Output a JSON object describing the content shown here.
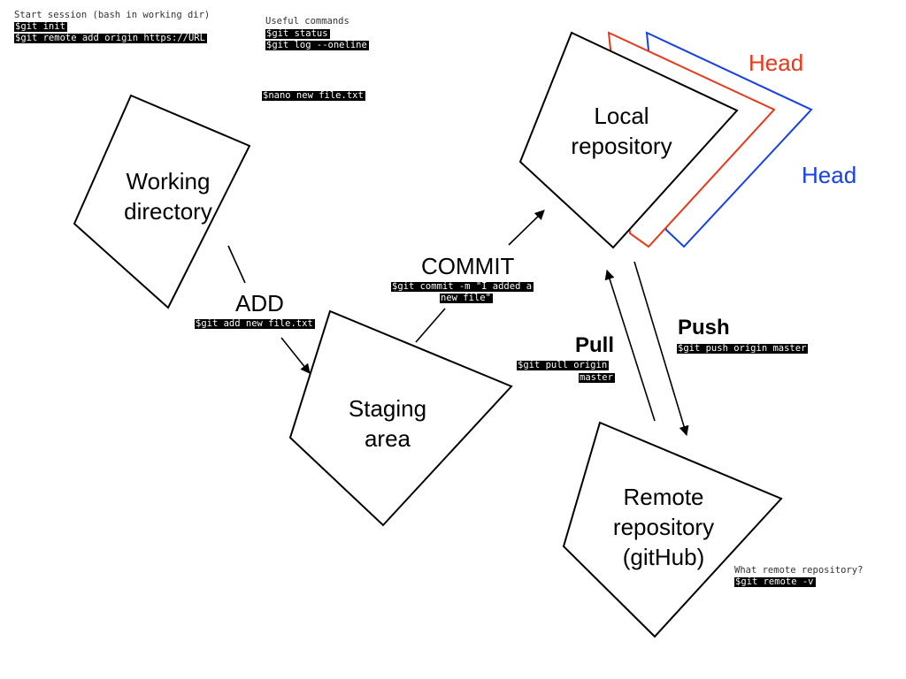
{
  "setup": {
    "note": "Start session (bash in working dir)",
    "cmd_init": "$git init",
    "cmd_remote": "$git remote add origin https://URL"
  },
  "useful": {
    "note": "Useful commands",
    "cmd_status": "$git status",
    "cmd_log": "$git log --oneline"
  },
  "nano": {
    "cmd": "$nano new file.txt"
  },
  "working": {
    "line1": "Working",
    "line2": "directory"
  },
  "local": {
    "line1": "Local",
    "line2": "repository"
  },
  "staging": {
    "line1": "Staging",
    "line2": "area"
  },
  "remote": {
    "line1": "Remote",
    "line2": "repository",
    "line3": "(gitHub)"
  },
  "heads": {
    "red": {
      "label": "Head",
      "color": "#e8391c"
    },
    "blue": {
      "label": "Head",
      "color": "#1740e6"
    }
  },
  "add": {
    "label": "ADD",
    "cmd": "$git add new file.txt"
  },
  "commit": {
    "label": "COMMIT",
    "cmd_line1": "$git commit -m \"I added a",
    "cmd_line2": "new file\""
  },
  "pull": {
    "label": "Pull",
    "cmd_line1": "$git pull origin",
    "cmd_line2": "master"
  },
  "push": {
    "label": "Push",
    "cmd": "$git push origin master"
  },
  "which_remote": {
    "note": "What remote repository?",
    "cmd": "$git remote -v"
  }
}
